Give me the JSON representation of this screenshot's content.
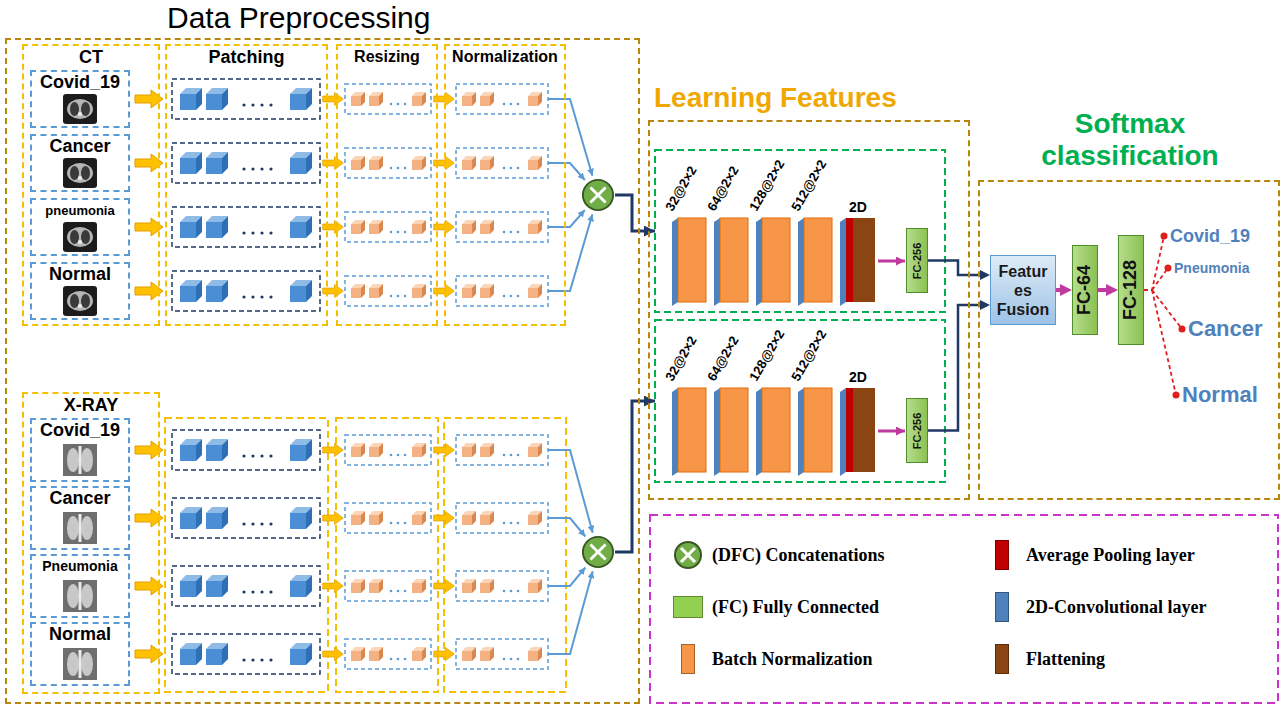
{
  "diagram": {
    "nodes": [
      {
        "text": [
          "Data Preprocessing"
        ]
      },
      {
        "text": [
          "CT"
        ],
        "in": 0
      },
      {
        "text": [
          "Covid_19"
        ],
        "in": 1
      },
      {
        "text": [
          "Cancer"
        ],
        "in": 1
      },
      {
        "text": [
          "pneumonia"
        ],
        "in": 1
      },
      {
        "text": [
          "Normal"
        ],
        "in": 1
      },
      {
        "text": [
          "Patching"
        ],
        "in": 0
      },
      {
        "text": [
          "Resizing"
        ],
        "in": 0
      },
      {
        "text": [
          "Normalization"
        ],
        "in": 0
      },
      {
        "text": [
          "X-RAY"
        ],
        "in": 0
      },
      {
        "text": [
          "Covid_19"
        ],
        "in": 9
      },
      {
        "text": [
          "Cancer"
        ],
        "in": 9
      },
      {
        "text": [
          "Pneumonia"
        ],
        "in": 9
      },
      {
        "text": [
          "Normal"
        ],
        "in": 9
      },
      {
        "text": [
          "Learning Features"
        ]
      },
      {
        "text": [
          "FC-256"
        ],
        "in": 14
      },
      {
        "text": [
          "FC-256"
        ],
        "in": 14
      },
      {
        "text": [
          "Softmax classification"
        ]
      },
      {
        "text": [
          "Featur es Fusion"
        ],
        "in": 17
      },
      {
        "text": [
          "FC-64"
        ],
        "in": 17
      },
      {
        "text": [
          "FC-128"
        ],
        "in": 17
      }
    ],
    "edges": [
      {
        "from": 15,
        "to": 18,
        "arrow": "to"
      },
      {
        "from": 16,
        "to": 18,
        "arrow": "to"
      },
      {
        "from": 18,
        "to": 19,
        "arrow": "to"
      },
      {
        "from": 19,
        "to": 20,
        "arrow": "to"
      }
    ],
    "labels": [
      "32@2×2",
      "64@2×2",
      "128@2×2",
      "512@2×2",
      "2D",
      "32@2×2",
      "64@2×2",
      "128@2×2",
      "512@2×2",
      "2D",
      "Covid_19",
      "Pneumonia",
      "Cancer",
      "Normal"
    ],
    "legend": [
      {
        "text": "(DFC) Concatenations"
      },
      {
        "text": "(FC) Fully Connected",
        "color": "#92d050"
      },
      {
        "text": "Batch Normalization",
        "color": "#f79646"
      },
      {
        "text": "Average Pooling layer",
        "color": "#c00000"
      },
      {
        "text": "2D-Convolutional layer",
        "color": "#4f81bd"
      },
      {
        "text": "Flattening",
        "color": "#8b4513"
      }
    ]
  }
}
